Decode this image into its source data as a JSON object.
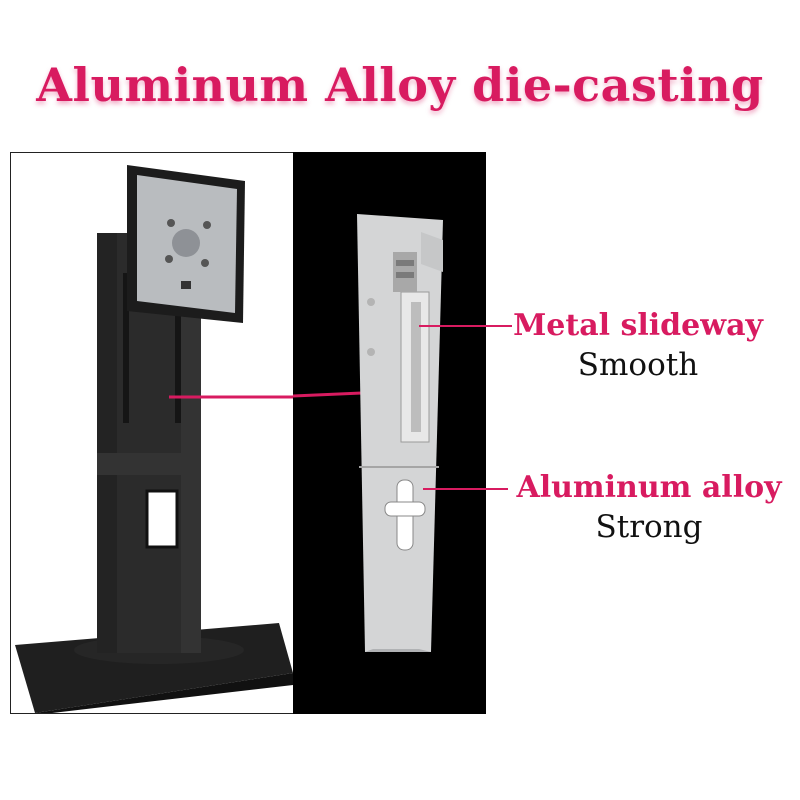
{
  "title": "Aluminum Alloy die-casting",
  "callouts": [
    {
      "heading": "Metal slideway",
      "subtext": "Smooth"
    },
    {
      "heading": "Aluminum alloy",
      "subtext": "Strong"
    }
  ],
  "colors": {
    "accent": "#d81b60",
    "stand": "#2a2a2a",
    "background": "#ffffff",
    "panel": "#000000"
  }
}
